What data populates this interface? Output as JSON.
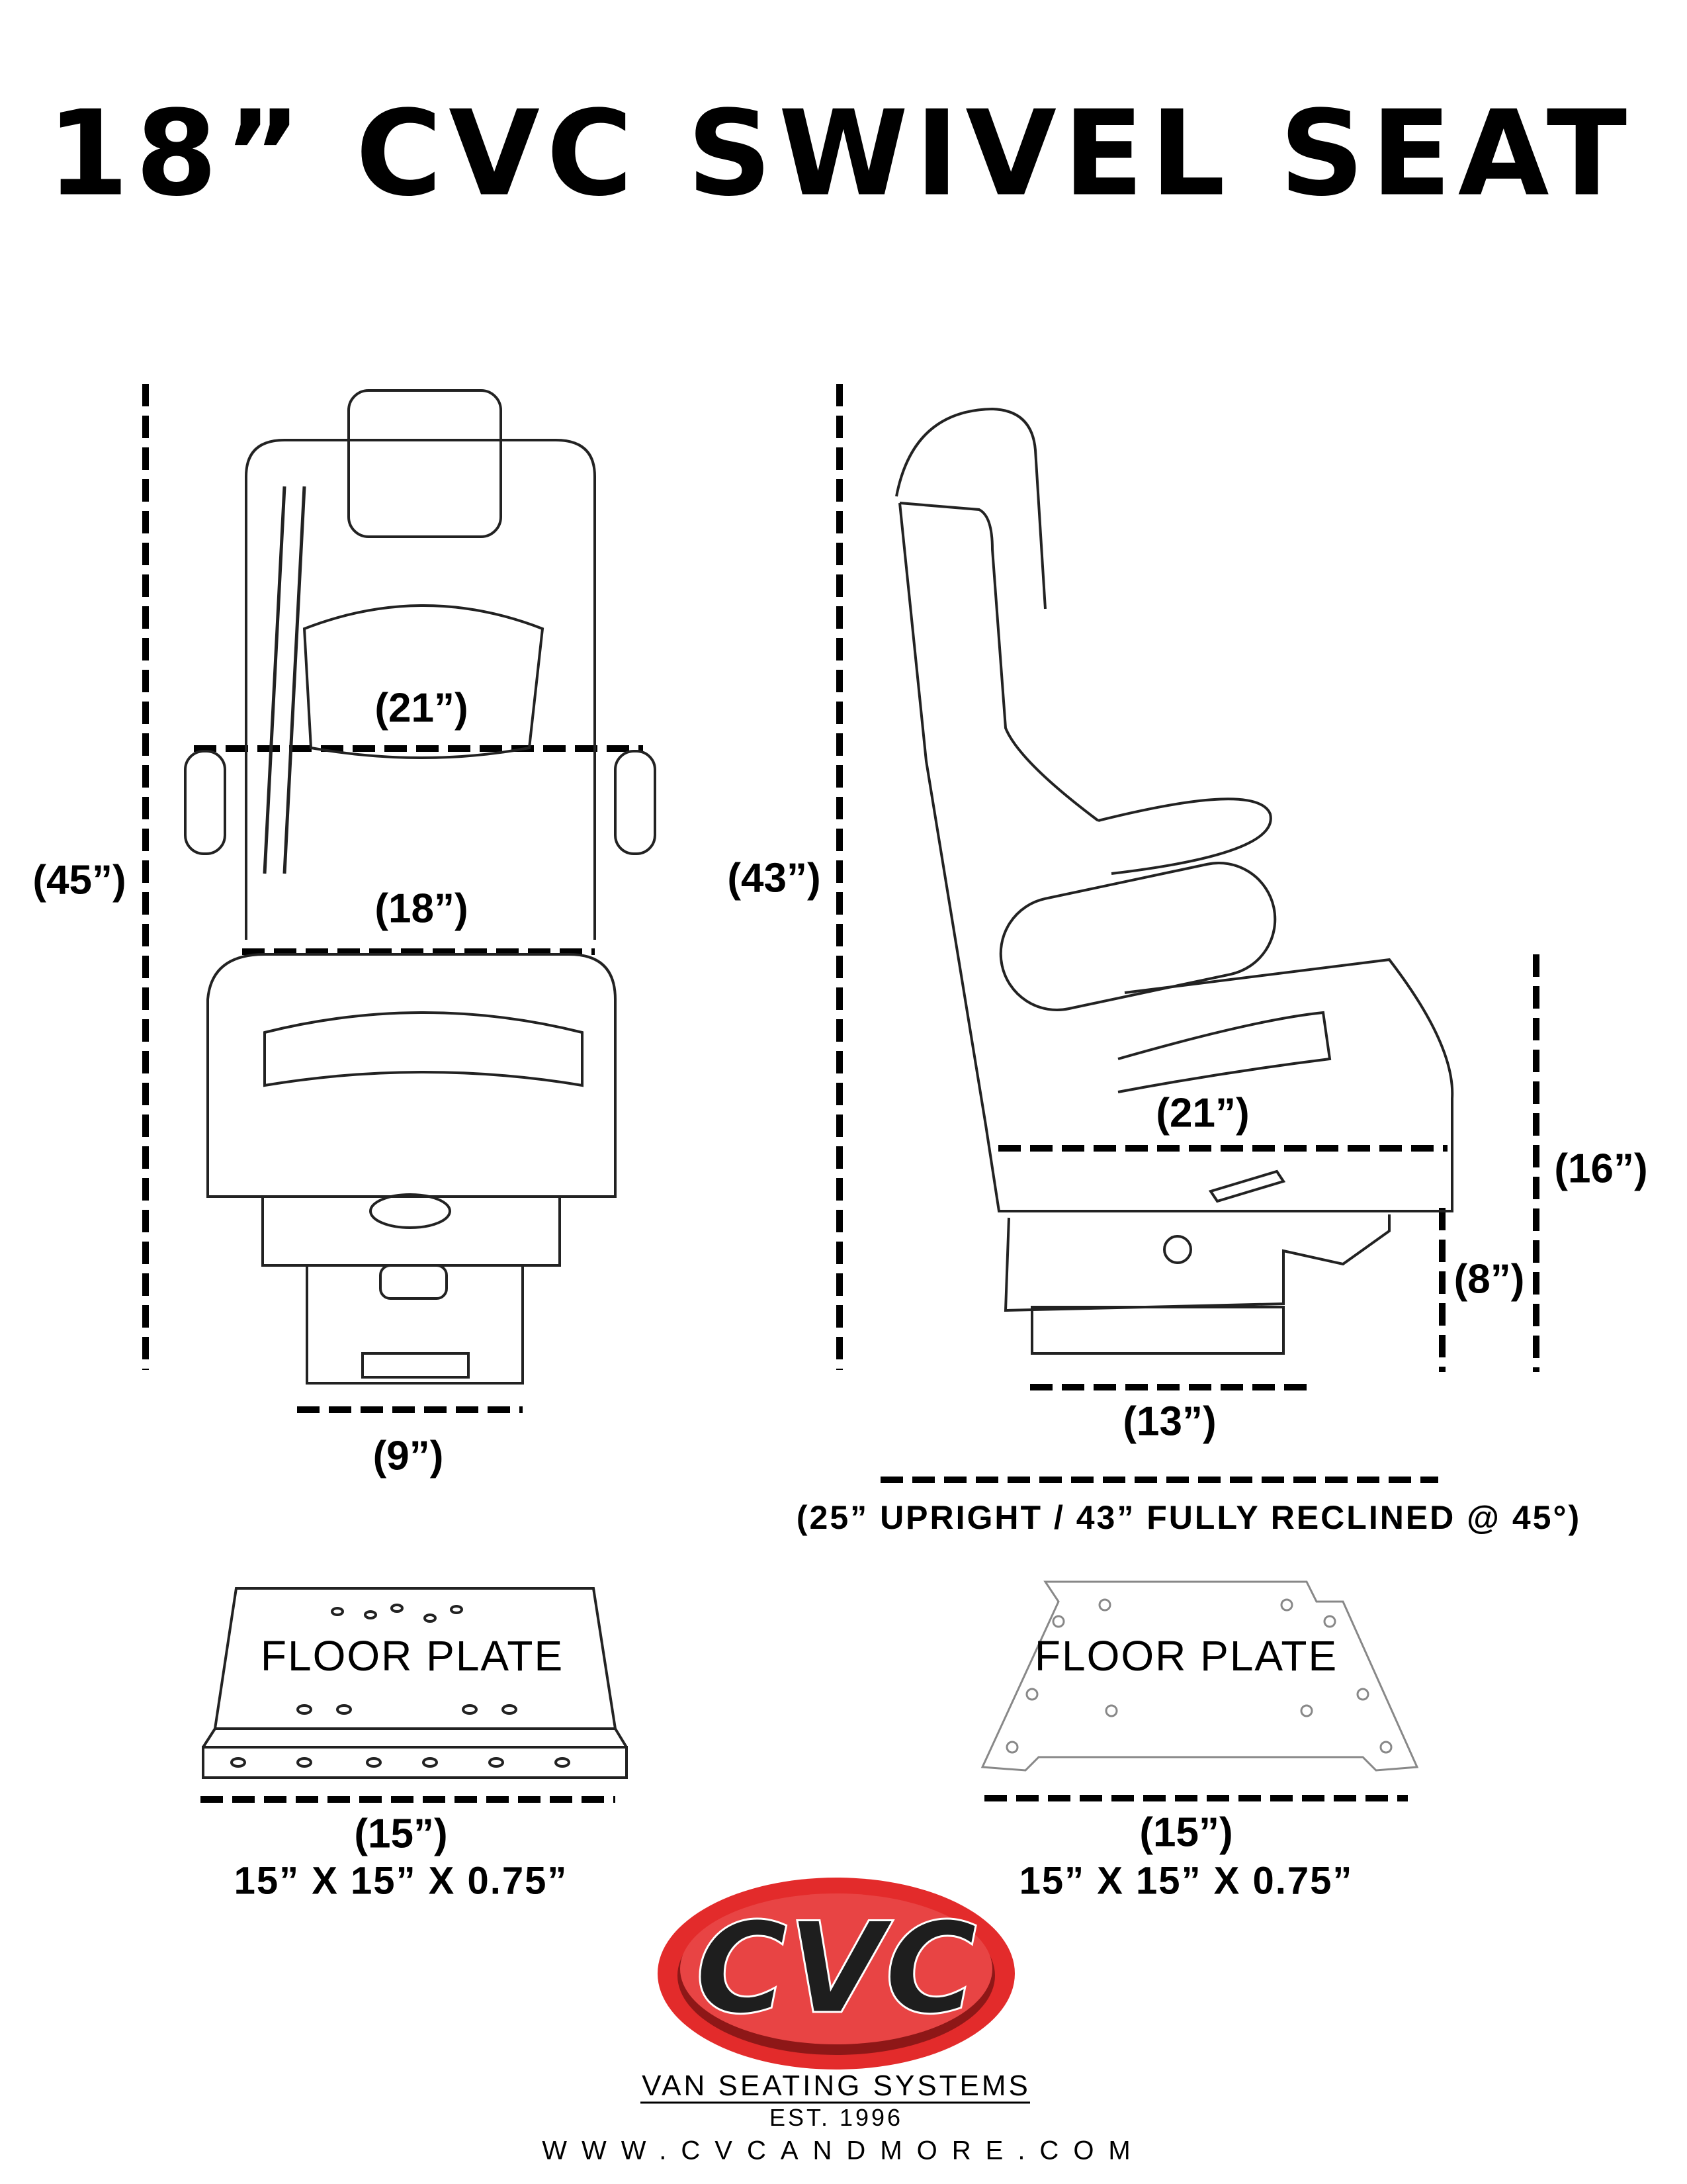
{
  "title": "18” CVC SWIVEL SEAT",
  "front_view": {
    "height": "(45”)",
    "back_width": "(21”)",
    "seat_width": "(18”)",
    "base_width": "(9”)"
  },
  "side_view": {
    "height": "(43”)",
    "seat_depth": "(21”)",
    "seat_height": "(16”)",
    "base_height": "(8”)",
    "base_depth": "(13”)",
    "recline_note": "(25” UPRIGHT / 43” FULLY RECLINED @ 45°)"
  },
  "floor_plates": [
    {
      "label": "FLOOR PLATE",
      "width": "(15”)",
      "size": "15” X 15” X 0.75”"
    },
    {
      "label": "FLOOR PLATE",
      "width": "(15”)",
      "size": "15” X 15” X 0.75”"
    }
  ],
  "logo": {
    "text": "CVC",
    "tagline": "VAN SEATING SYSTEMS",
    "established": "EST. 1996",
    "website": "WWW.CVCANDMORE.COM",
    "colors": {
      "red": "#e32b2b",
      "dark_red": "#8e1717",
      "letters": "#1e1e1e"
    }
  }
}
